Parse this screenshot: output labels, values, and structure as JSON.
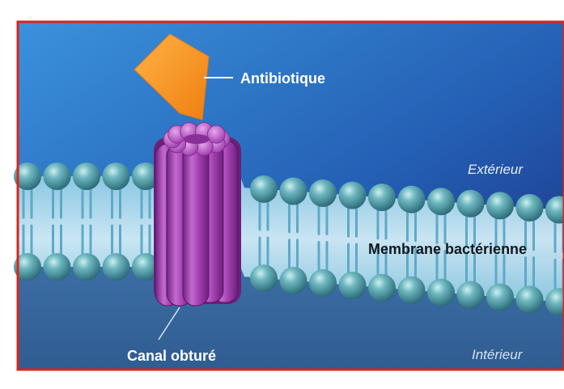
{
  "labels": {
    "antibiotic": "Antibiotique",
    "exterior": "Extérieur",
    "membrane": "Membrane bactérienne",
    "channel": "Canal obturé",
    "interior": "Intérieur"
  },
  "colors": {
    "frame": "#d9241c",
    "sky_top": "#2f86d6",
    "sky_bottom": "#1b2f80",
    "interior": "#34649a",
    "lipid_head": "#4a9aa4",
    "lipid_tail": "#9fd0e6",
    "channel": "#a23dab",
    "antibiotic": "#f5941f",
    "label_white": "#ffffff",
    "label_dark": "#101820"
  },
  "icons": {
    "antibiotic": "pentagon-shape",
    "channel": "cylindrical-pore-protein",
    "lipid": "phospholipid-bead"
  }
}
